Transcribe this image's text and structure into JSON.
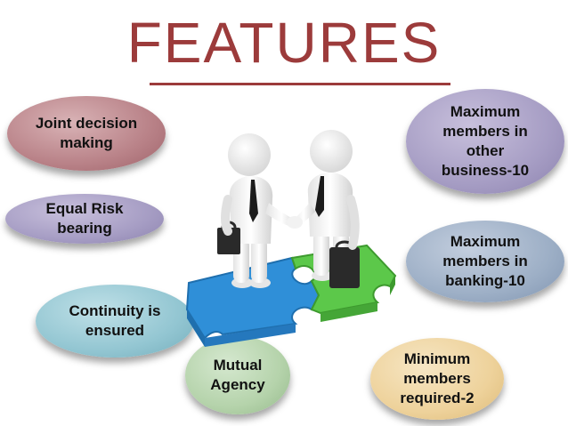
{
  "title": "FEATURES",
  "features": {
    "joint_decision": "Joint decision making",
    "equal_risk": "Equal Risk bearing",
    "continuity": "Continuity is ensured",
    "mutual_agency": "Mutual Agency",
    "max_other": "Maximum members in other business-10",
    "max_banking": "Maximum members in banking-10",
    "min_members": "Minimum members required-2"
  },
  "colors": {
    "title": "#9c3b3b",
    "puzzle_blue": "#2f8fd8",
    "puzzle_green": "#5cc84a"
  }
}
